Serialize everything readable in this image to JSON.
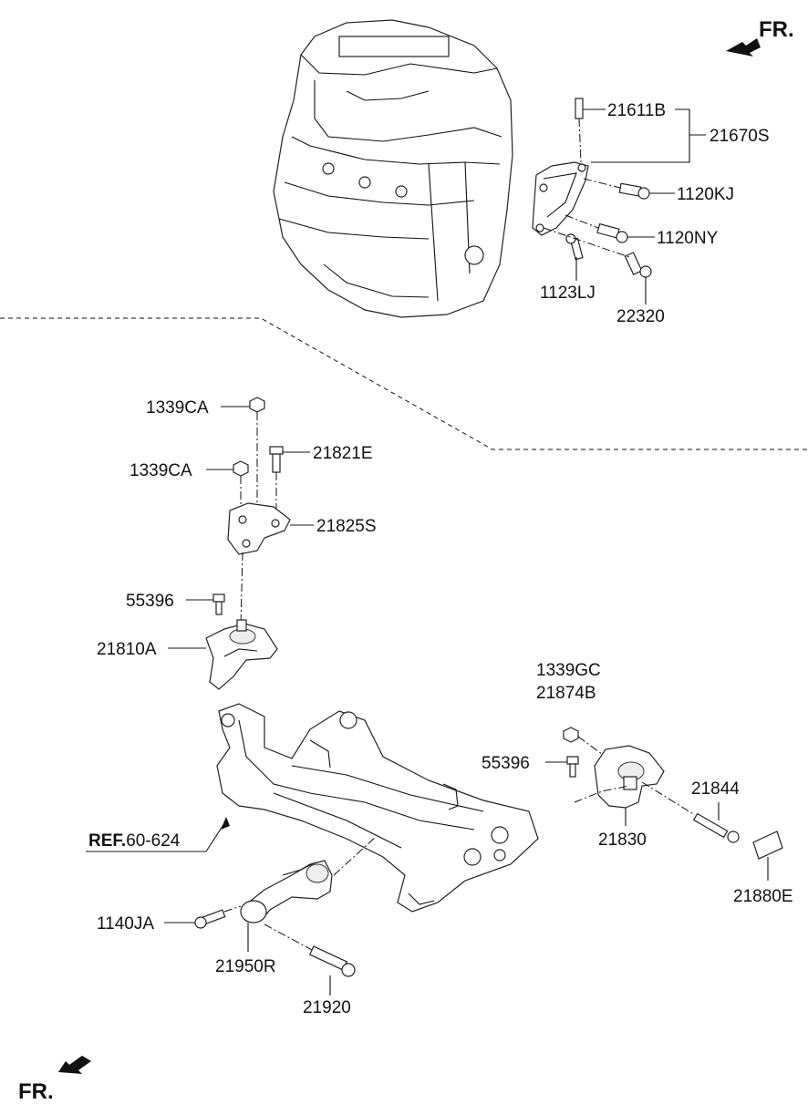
{
  "direction": {
    "top_fr": "FR.",
    "bottom_fr": "FR."
  },
  "labels": {
    "p21611B": "21611B",
    "p21670S": "21670S",
    "p1120KJ": "1120KJ",
    "p1120NY": "1120NY",
    "p1123LJ": "1123LJ",
    "p22320": "22320",
    "p1339CA_top": "1339CA",
    "p1339CA_mid": "1339CA",
    "p21821E": "21821E",
    "p21825S": "21825S",
    "p55396_left": "55396",
    "p21810A": "21810A",
    "p1339GC": "1339GC",
    "p21874B": "21874B",
    "p55396_right": "55396",
    "p21844": "21844",
    "p21830": "21830",
    "p21880E": "21880E",
    "ref_bold": "REF.",
    "ref_num": "60-624",
    "p1140JA": "1140JA",
    "p21950R": "21950R",
    "p21920": "21920"
  }
}
